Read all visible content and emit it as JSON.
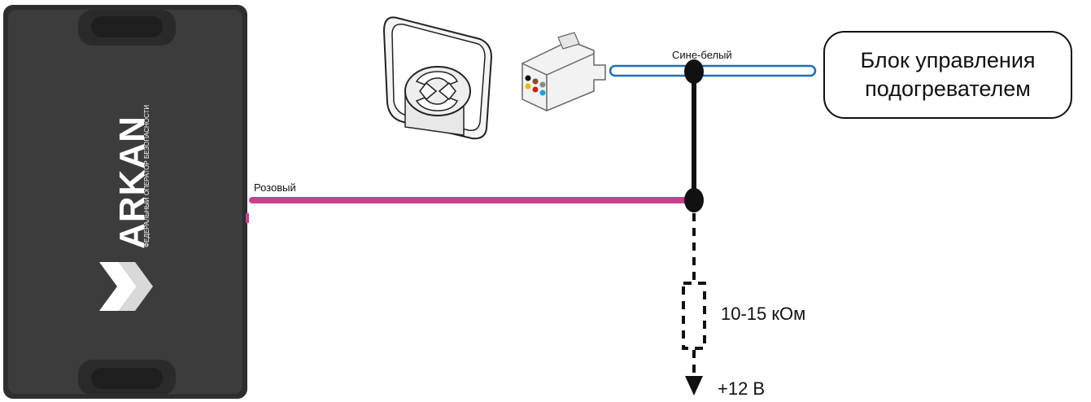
{
  "device": {
    "brand": "ARKAN",
    "tagline": "ФЕДЕРАЛЬНЫЙ ОПЕРАТОР БЕЗОПАСНОСТИ"
  },
  "control_unit": {
    "line1": "Блок управления",
    "line2": "подогревателем"
  },
  "wires": {
    "blue_white": "Сине-белый",
    "pink": "Розовый"
  },
  "resistor_label": "10-15 кОм",
  "supply_label": "+12 В",
  "colors": {
    "device_body": "#3c3c3c",
    "pink_wire": "#c93f8f",
    "blue_wire": "#1f6fb5",
    "black_wire": "#111111"
  }
}
